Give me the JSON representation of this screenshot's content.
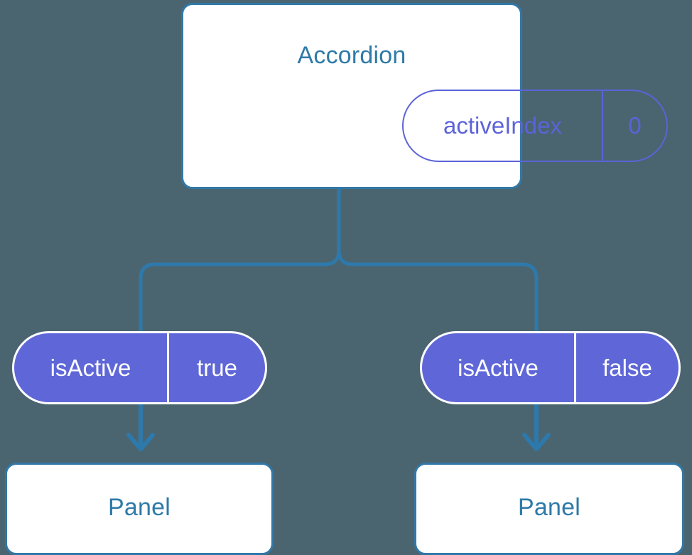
{
  "diagram": {
    "type": "component-state-tree",
    "background_color": "#4a6570",
    "nodes": {
      "root": {
        "title": "Accordion",
        "state_pill": {
          "key": "activeIndex",
          "value": "0",
          "style": "outline",
          "border_color": "#5c63d8",
          "text_color": "#5c63d8"
        },
        "card_border_color": "#3178a8",
        "card_background": "#ffffff",
        "title_color": "#2e7aa8"
      },
      "children": [
        {
          "prop_pill": {
            "key": "isActive",
            "value": "true",
            "style": "filled",
            "fill_color": "#5f67d8",
            "text_color": "#ffffff"
          },
          "title": "Panel"
        },
        {
          "prop_pill": {
            "key": "isActive",
            "value": "false",
            "style": "filled",
            "fill_color": "#5f67d8",
            "text_color": "#ffffff"
          },
          "title": "Panel"
        }
      ]
    },
    "connectors": {
      "branch_color": "#2e79ab",
      "arrow_color": "#2e79ab",
      "branch_label": "accordion-to-panels-branch",
      "arrow_left_label": "is-active-to-panel-arrow-left",
      "arrow_right_label": "is-active-to-panel-arrow-right"
    }
  }
}
